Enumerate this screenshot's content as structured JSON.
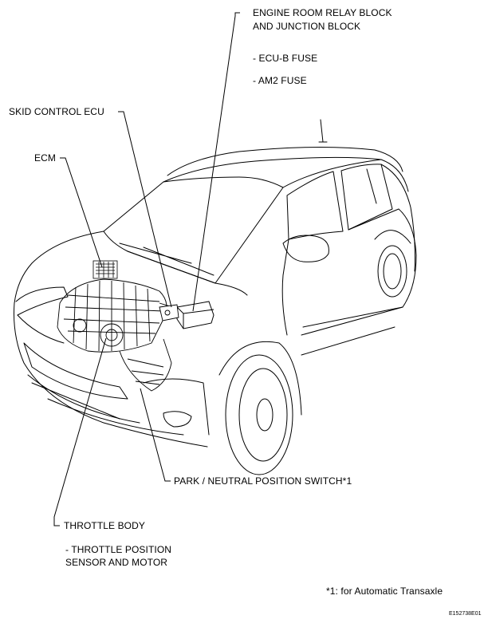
{
  "labels": {
    "relay_block_line1": "ENGINE ROOM RELAY BLOCK",
    "relay_block_line2": "AND JUNCTION BLOCK",
    "ecu_b_fuse": "- ECU-B FUSE",
    "am2_fuse": "- AM2 FUSE",
    "skid_control_ecu": "SKID CONTROL ECU",
    "ecm": "ECM",
    "park_neutral_switch": "PARK / NEUTRAL POSITION SWITCH*1",
    "throttle_body": "THROTTLE BODY",
    "throttle_position_line1": "- THROTTLE POSITION",
    "throttle_position_line2": "SENSOR AND MOTOR"
  },
  "footnote": "*1: for Automatic Transaxle",
  "figure_id": "E152738E01"
}
